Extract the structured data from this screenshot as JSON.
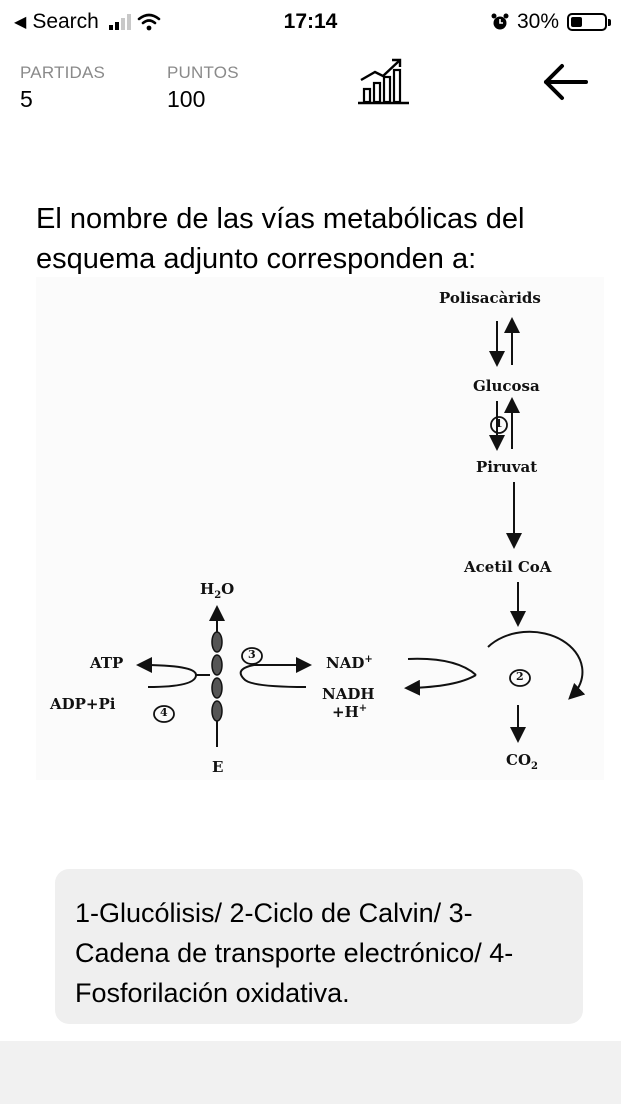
{
  "status_bar": {
    "back_app": "Search",
    "time": "17:14",
    "battery_percent": "30%"
  },
  "header": {
    "partidas_label": "PARTIDAS",
    "partidas_value": "5",
    "puntos_label": "PUNTOS",
    "puntos_value": "100",
    "stats_icon": "bar-chart-rising-icon",
    "back_icon": "arrow-left-icon"
  },
  "question": {
    "text": "El nombre de las vías metabólicas del esquema adjunto corresponden a:"
  },
  "diagram": {
    "polisacarids": "Polisacàrids",
    "glucosa": "Glucosa",
    "piruvat": "Piruvat",
    "acetil_coa": "Acetil CoA",
    "co2": "CO",
    "co2_sub": "2",
    "h2o_h": "H",
    "h2o_sub": "2",
    "h2o_o": "O",
    "atp": "ATP",
    "adp_pi": "ADP+Pi",
    "nad": "NAD",
    "nad_sup": "+",
    "nadh": "NADH",
    "nadh_h": "+H",
    "nadh_h_sup": "+",
    "e": "E",
    "step1": "1",
    "step2": "2",
    "step3": "3",
    "step4": "4"
  },
  "answer": {
    "text": "1-Glucólisis/ 2-Ciclo de Calvin/ 3-Cadena de transporte electrónico/ 4-Fosforilación oxidativa."
  }
}
